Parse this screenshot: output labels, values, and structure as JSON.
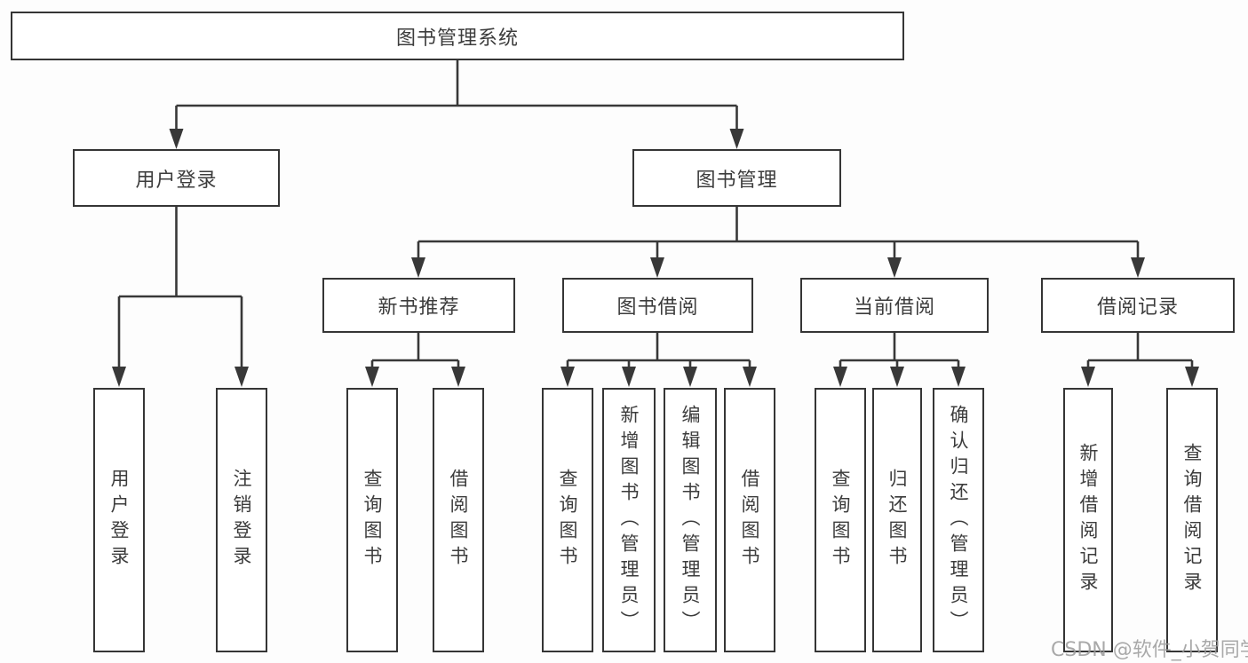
{
  "nodes": {
    "root": "图书管理系统",
    "user_login": "用户登录",
    "book_mgmt": "图书管理",
    "new_books": "新书推荐",
    "book_borrow": "图书借阅",
    "current_borrow": "当前借阅",
    "borrow_records": "借阅记录",
    "leaf_user_login": "用户登录",
    "leaf_logout": "注销登录",
    "leaf_nb_search": "查询图书",
    "leaf_nb_borrow": "借阅图书",
    "leaf_bb_search": "查询图书",
    "leaf_bb_add": "新增图书（管理员）",
    "leaf_bb_edit": "编辑图书（管理员）",
    "leaf_bb_borrow": "借阅图书",
    "leaf_cb_search": "查询图书",
    "leaf_cb_return": "归还图书",
    "leaf_cb_confirm": "确认归还（管理员）",
    "leaf_br_add": "新增借阅记录",
    "leaf_br_search": "查询借阅记录"
  },
  "watermark": "CSDN @软件_小贺同学",
  "colors": {
    "line": "#383838",
    "text": "#3c3c3c",
    "box_background": "#ffffff",
    "watermark": "#9b9b9b",
    "background": "#fdfdfd"
  }
}
